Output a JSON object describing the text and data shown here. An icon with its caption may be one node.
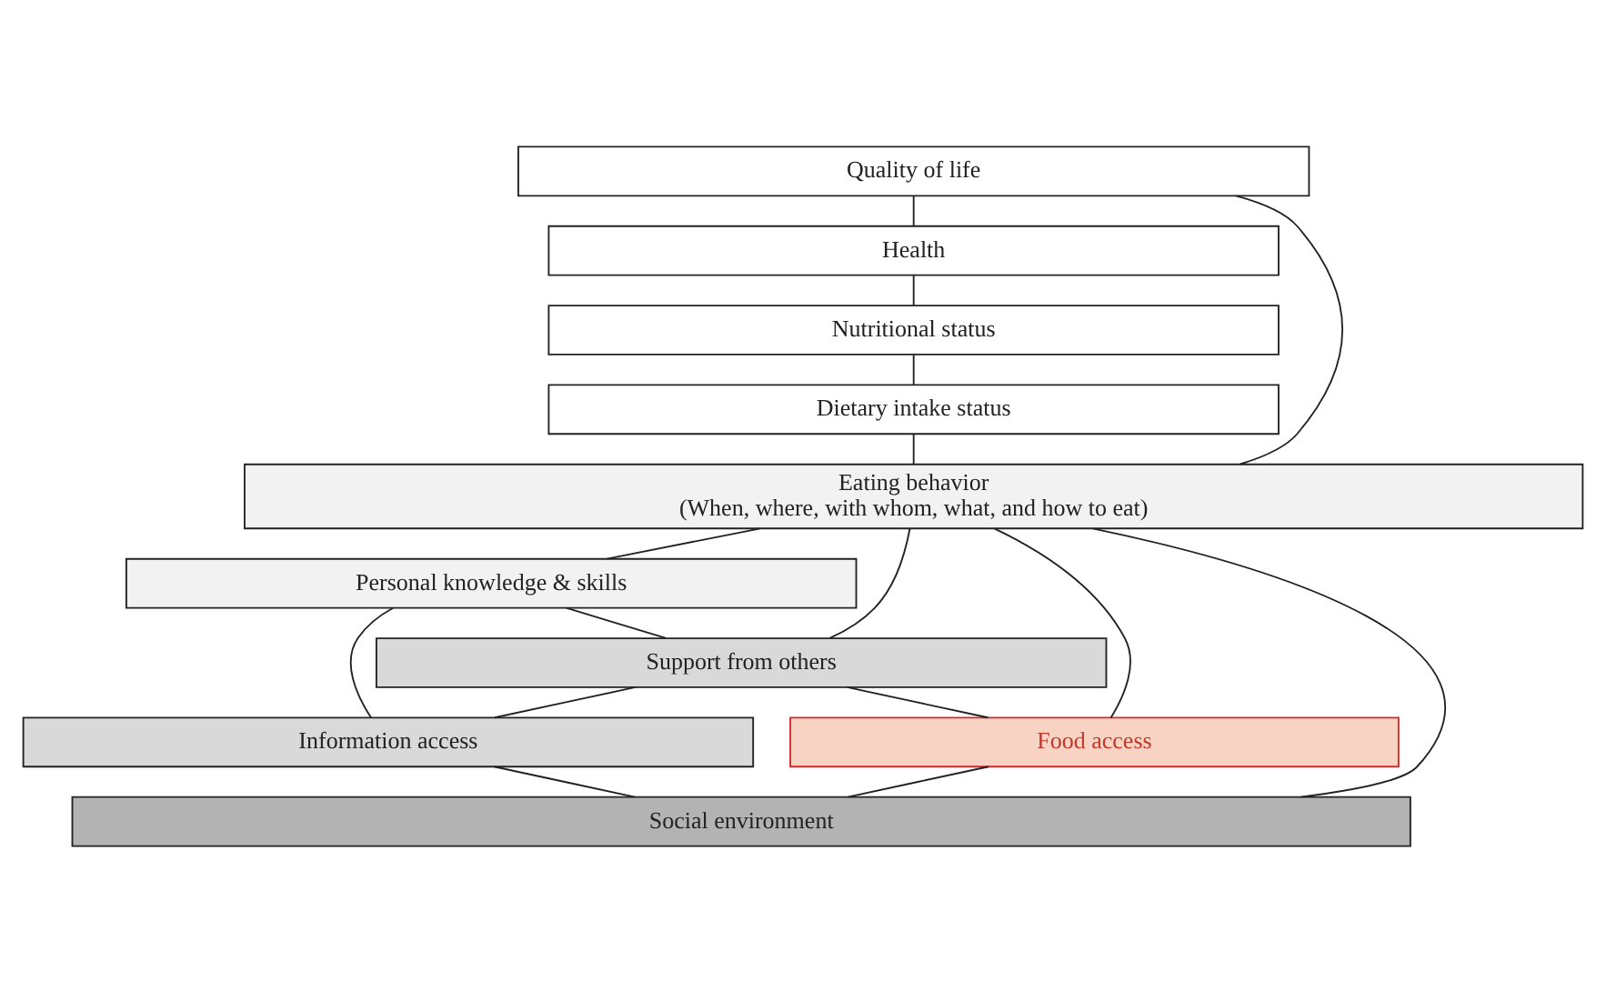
{
  "diagram": {
    "nodes": [
      {
        "text": [
          "Quality of life"
        ]
      },
      {
        "text": [
          "Health"
        ]
      },
      {
        "text": [
          "Nutritional status"
        ]
      },
      {
        "text": [
          "Dietary intake status"
        ]
      },
      {
        "text": [
          "Eating behavior",
          "(When, where, with whom, what, and how to eat)"
        ]
      },
      {
        "text": [
          "Personal knowledge & skills"
        ]
      },
      {
        "text": [
          "Support from others"
        ]
      },
      {
        "text": [
          "Information access"
        ]
      },
      {
        "text": [
          "Food access"
        ]
      },
      {
        "text": [
          "Social environment"
        ]
      }
    ],
    "edges": [
      {
        "from": 0,
        "to": 1,
        "arrow": "none"
      },
      {
        "from": 1,
        "to": 2,
        "arrow": "none"
      },
      {
        "from": 2,
        "to": 3,
        "arrow": "none"
      },
      {
        "from": 3,
        "to": 4,
        "arrow": "none"
      },
      {
        "from": 4,
        "to": 0,
        "arrow": "none"
      },
      {
        "from": 4,
        "to": 5,
        "arrow": "none"
      },
      {
        "from": 4,
        "to": 6,
        "arrow": "none"
      },
      {
        "from": 4,
        "to": 8,
        "arrow": "none"
      },
      {
        "from": 5,
        "to": 7,
        "arrow": "none"
      },
      {
        "from": 5,
        "to": 6,
        "arrow": "none"
      },
      {
        "from": 6,
        "to": 7,
        "arrow": "none"
      },
      {
        "from": 6,
        "to": 8,
        "arrow": "none"
      },
      {
        "from": 7,
        "to": 9,
        "arrow": "none"
      },
      {
        "from": 8,
        "to": 9,
        "arrow": "none"
      },
      {
        "from": 9,
        "to": 4,
        "arrow": "none"
      }
    ]
  }
}
